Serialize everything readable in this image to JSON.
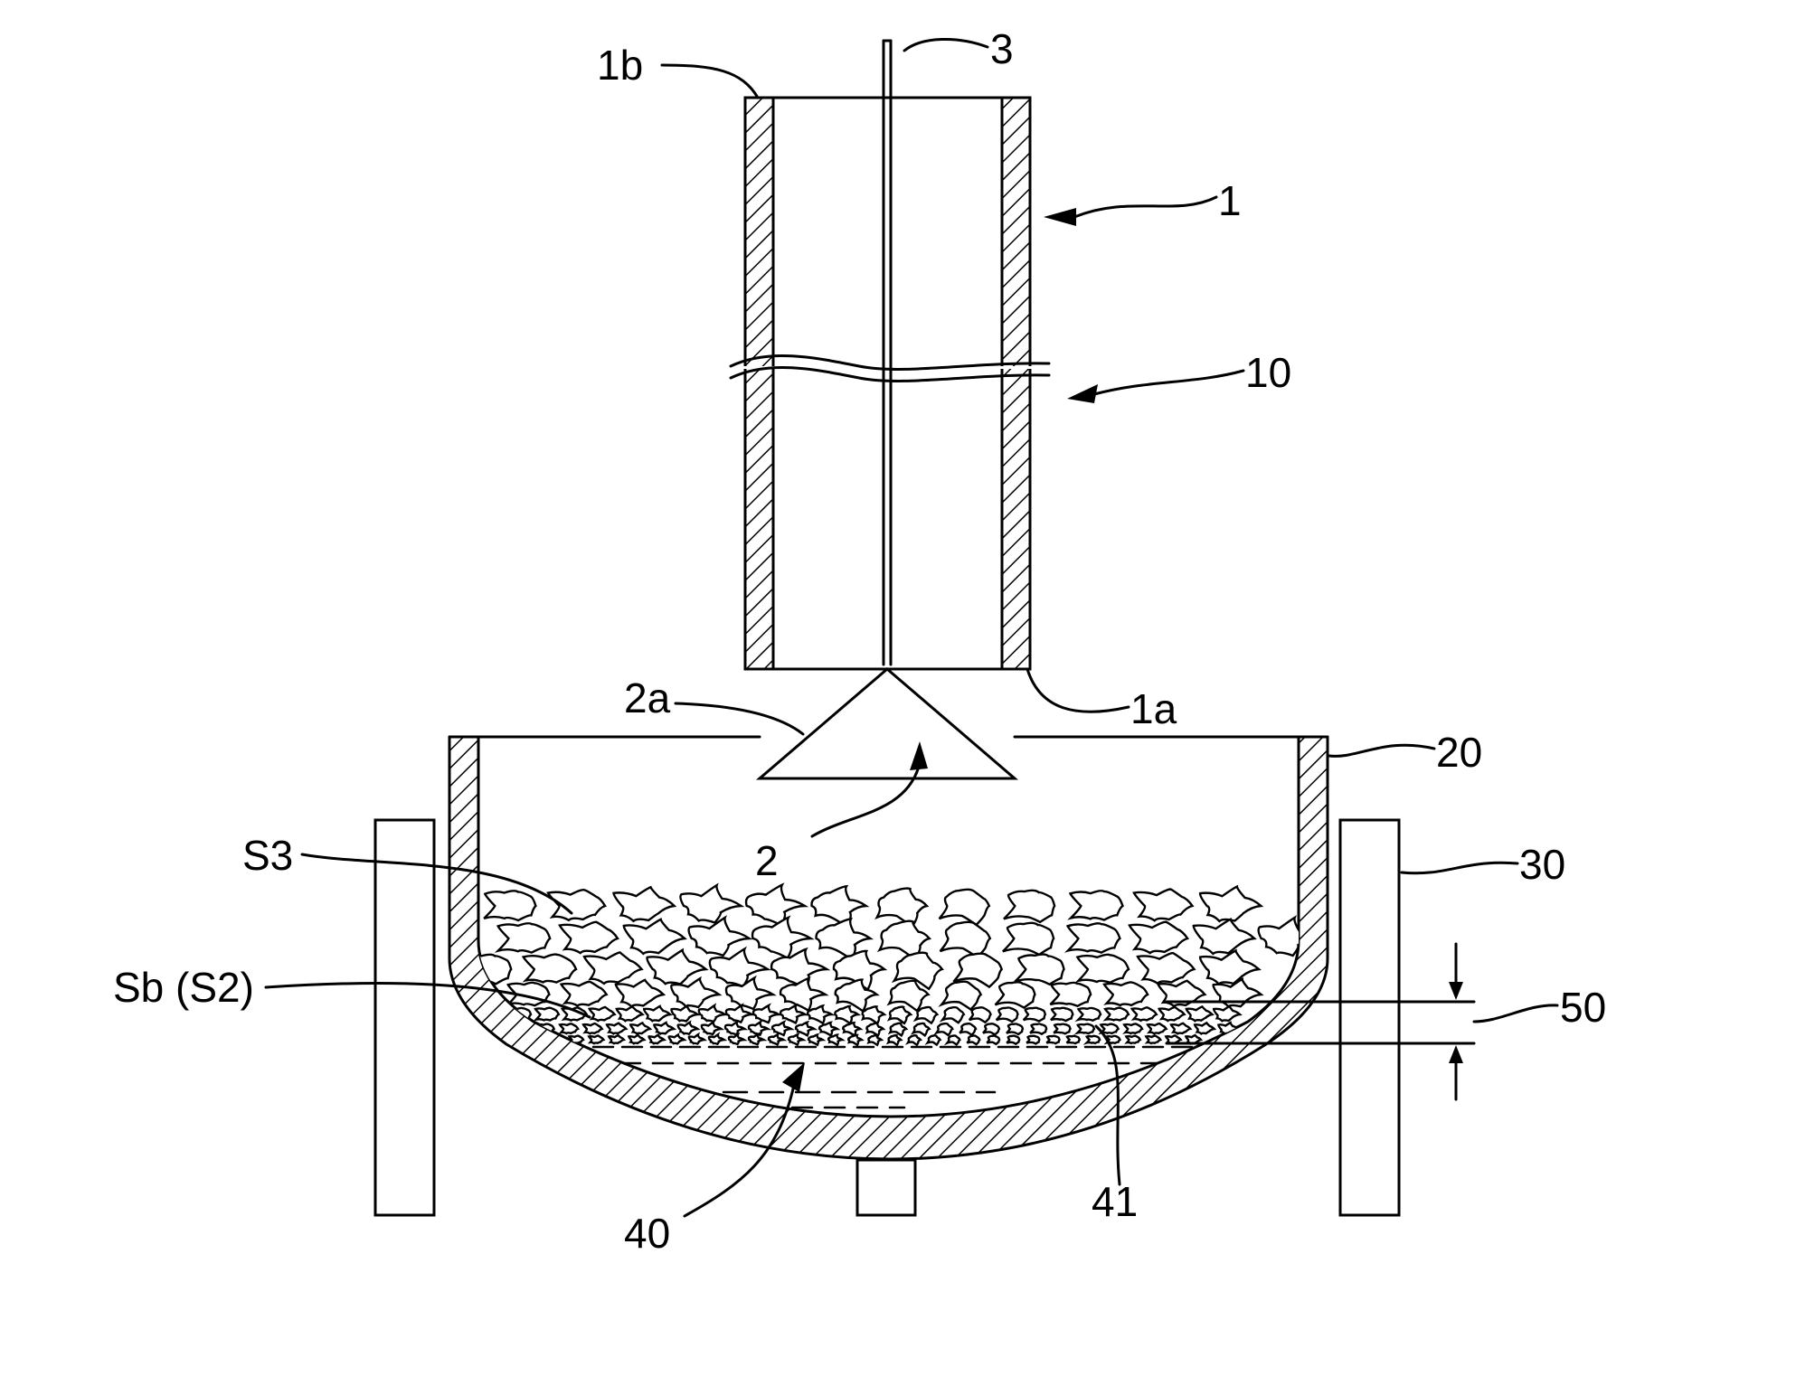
{
  "labels": {
    "l_3": "3",
    "l_1b": "1b",
    "l_1": "1",
    "l_10": "10",
    "l_2a": "2a",
    "l_1a": "1a",
    "l_20": "20",
    "l_2": "2",
    "l_S3": "S3",
    "l_30": "30",
    "l_Sb": "Sb (S2)",
    "l_50": "50",
    "l_40": "40",
    "l_41": "41"
  },
  "colors": {
    "line": "#000000",
    "background": "#ffffff"
  }
}
